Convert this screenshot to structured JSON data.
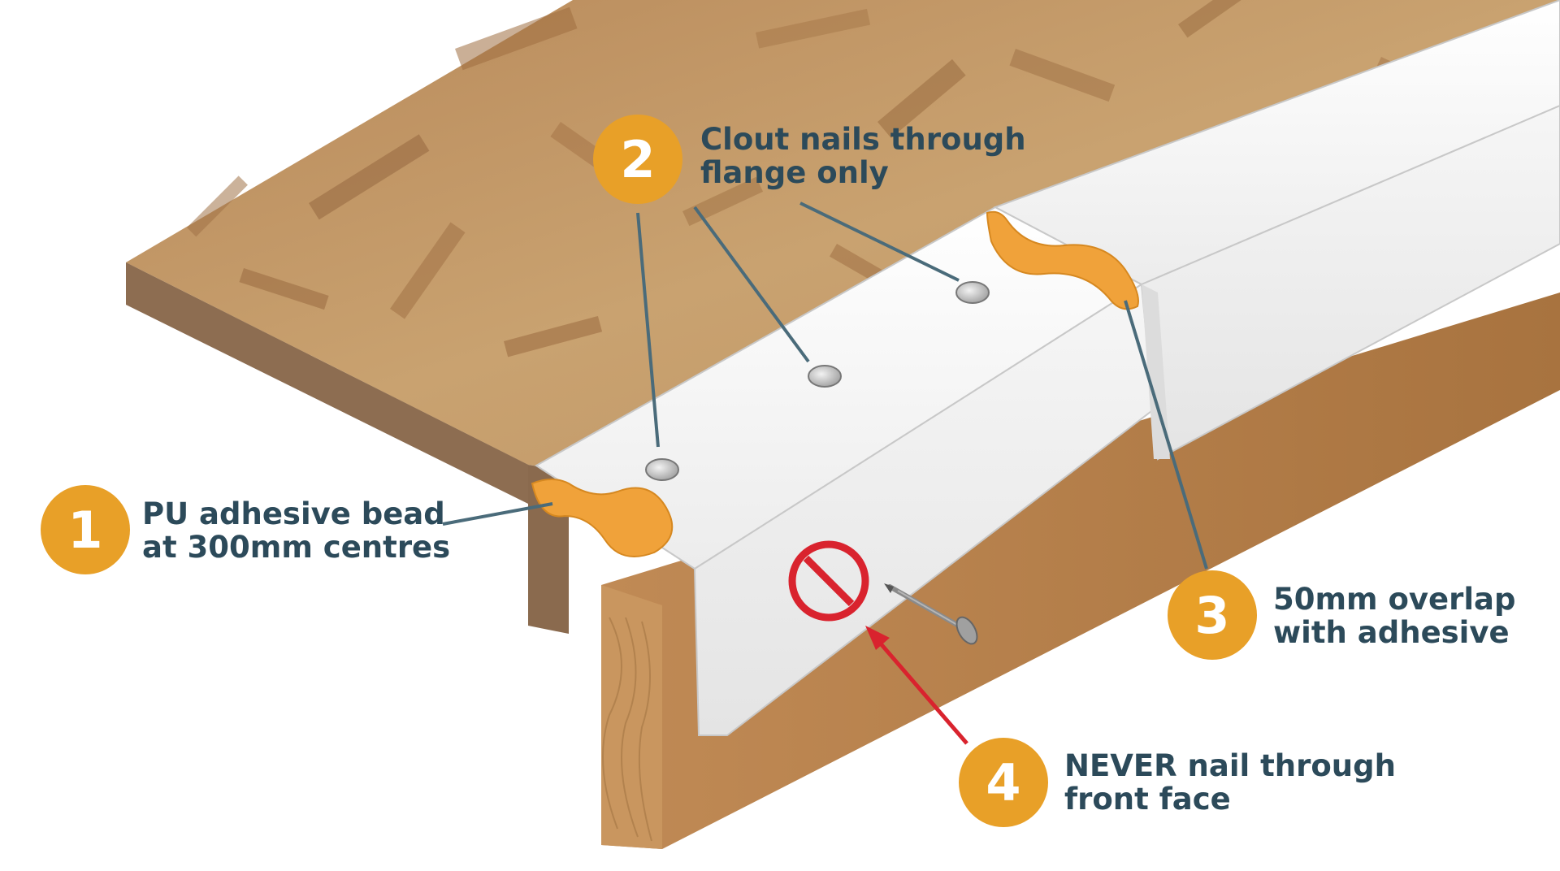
{
  "callouts": [
    {
      "number": "1",
      "lines": [
        "PU adhesive bead",
        "at 300mm centres"
      ]
    },
    {
      "number": "2",
      "lines": [
        "Clout nails through",
        "flange only"
      ]
    },
    {
      "number": "3",
      "lines": [
        "50mm overlap",
        "with adhesive"
      ]
    },
    {
      "number": "4",
      "lines": [
        "NEVER nail through",
        "front face"
      ]
    }
  ],
  "colors": {
    "badge": "#e8a028",
    "text": "#2c4a5a",
    "leader": "#4a6b7a",
    "warning": "#d9232e",
    "osb": "#c8a374",
    "timber": "#b17e4a",
    "trim": "#f3f3f3",
    "adhesive": "#f0a23a"
  },
  "icons": [
    "no-entry-icon",
    "nail-icon",
    "clout-nail-head-icon"
  ]
}
